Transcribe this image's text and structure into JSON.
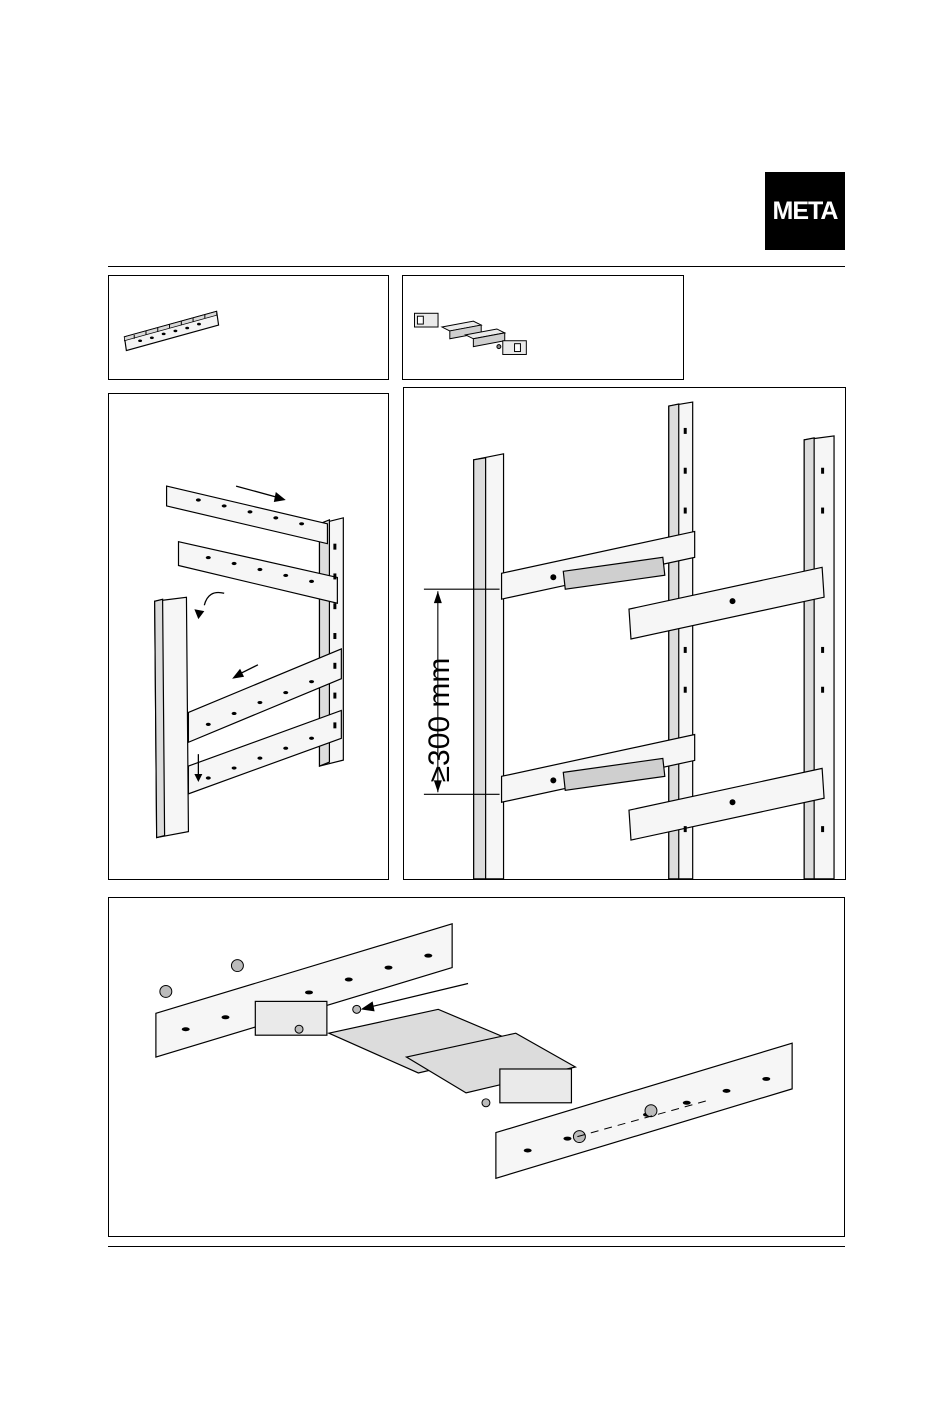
{
  "header": {
    "logo_text": "META"
  },
  "figures": {
    "rack_assembly": {
      "dimension_label": "≥300 mm"
    }
  },
  "colors": {
    "line": "#000000",
    "fill_light": "#f0f0f0",
    "fill_shade": "#cfcfcf"
  },
  "icons": [
    "beam-part-icon",
    "connector-kit-icon",
    "mounting-steps-diagram",
    "rack-assembly-diagram",
    "exploded-connector-diagram"
  ]
}
